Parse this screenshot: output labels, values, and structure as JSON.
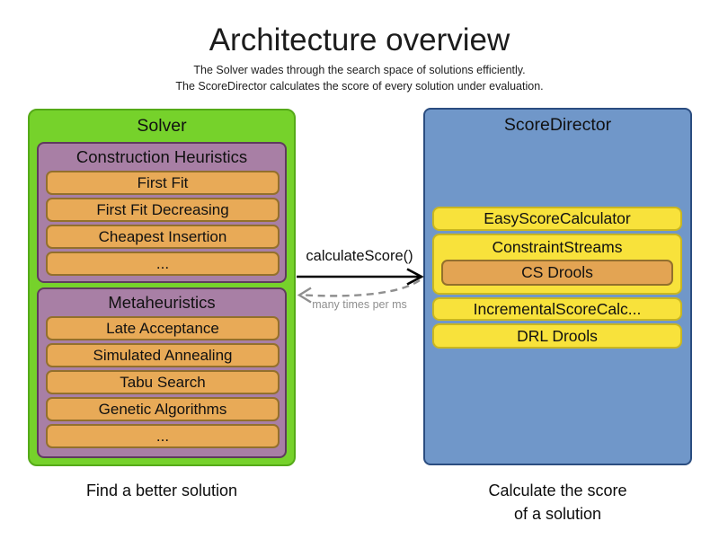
{
  "header": {
    "title": "Architecture overview",
    "subtitle_line1": "The Solver wades through the search space of solutions efficiently.",
    "subtitle_line2": "The ScoreDirector calculates the score of every solution under evaluation."
  },
  "solver": {
    "title": "Solver",
    "caption": "Find a better solution",
    "construction_heuristics": {
      "title": "Construction Heuristics",
      "items": [
        "First Fit",
        "First Fit Decreasing",
        "Cheapest Insertion",
        "..."
      ]
    },
    "metaheuristics": {
      "title": "Metaheuristics",
      "items": [
        "Late Acceptance",
        "Simulated Annealing",
        "Tabu Search",
        "Genetic Algorithms",
        "..."
      ]
    }
  },
  "score_director": {
    "title": "ScoreDirector",
    "caption_line1": "Calculate the score",
    "caption_line2": "of a solution",
    "rows": [
      "EasyScoreCalculator",
      "ConstraintStreams",
      "IncrementalScoreCalc...",
      "DRL Drools"
    ],
    "cs_drools": "CS Drools"
  },
  "arrow": {
    "label": "calculateScore()",
    "sublabel": "many times per ms"
  },
  "colors": {
    "solver_green": "#76d22b",
    "group_purple": "#a87fa5",
    "item_orange": "#e8aa57",
    "score_director_blue": "#7097c9",
    "calculator_yellow": "#f8e23b",
    "cs_drools_orange": "#e3a453",
    "arrow_black": "#000000",
    "arrow_gray": "#8f8f8f"
  }
}
